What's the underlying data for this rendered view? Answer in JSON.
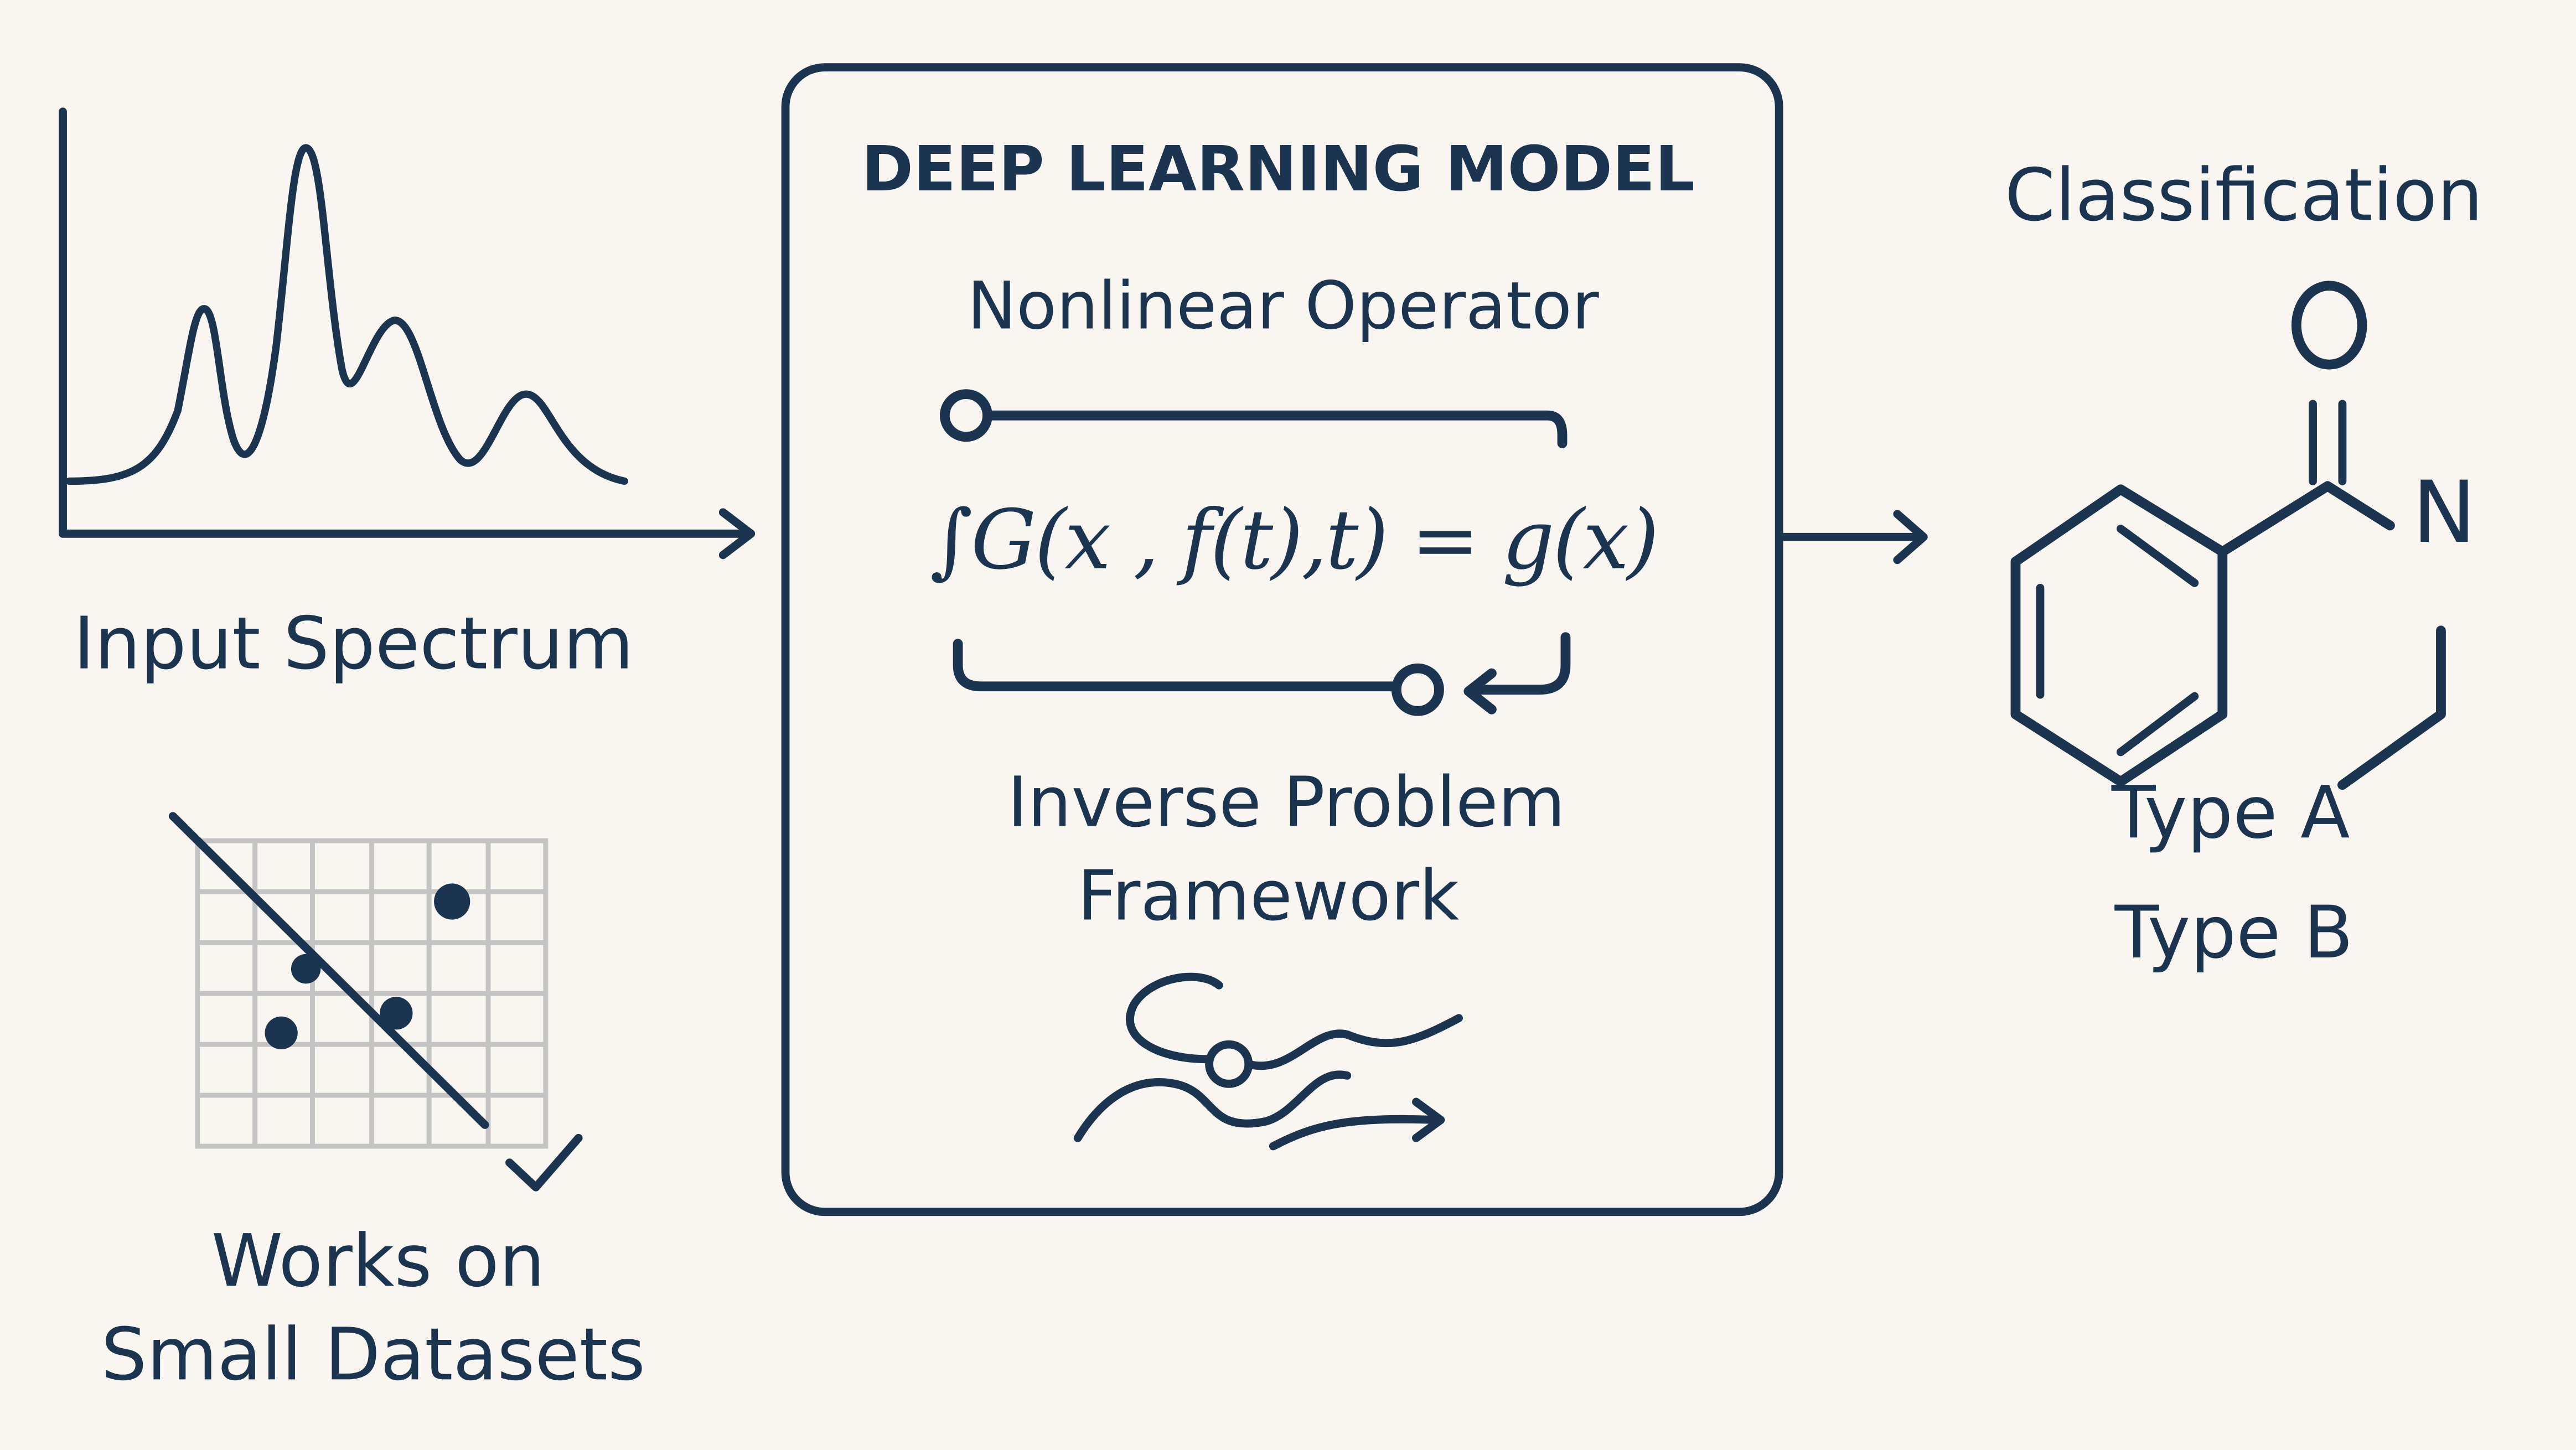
{
  "colors": {
    "ink": "#1b3550",
    "background": "#f9f6f1",
    "grid": "#c4c4c4"
  },
  "input": {
    "label": "Input Spectrum"
  },
  "small_data": {
    "line1": "Works on",
    "line2": "Small Datasets"
  },
  "model": {
    "title": "DEEP LEARNING MODEL",
    "operator_label": "Nonlinear Operator",
    "equation": "∫G(x , f(t),t) = g(x)",
    "framework_line1": "Inverse Problem",
    "framework_line2": "Framework"
  },
  "output": {
    "title": "Classification",
    "molecule_atoms": {
      "oxygen": "O",
      "nitrogen": "N"
    },
    "types": [
      "Type A",
      "Type B"
    ]
  }
}
